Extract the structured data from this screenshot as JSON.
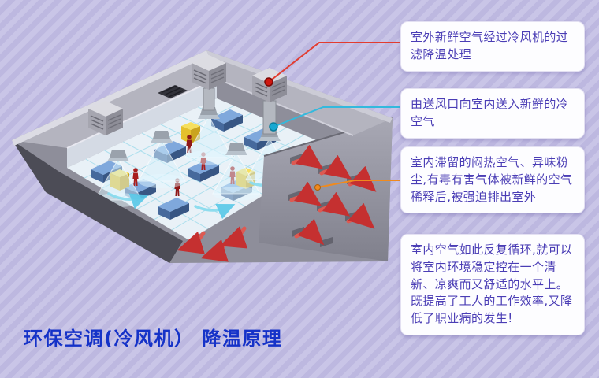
{
  "title": {
    "text": "环保空调(冷风机） 降温原理",
    "color": "#1532c8"
  },
  "background": {
    "base": "#c9c5e7",
    "stripe": "#bdb8e0"
  },
  "callout_style": {
    "text_color": "#4a3db5",
    "bg": "#fdfdff"
  },
  "callouts": [
    {
      "text": "室外新鲜空气经过冷风机的过滤降温处理",
      "connector_color": "#e23c30",
      "dot_color": "#cf1710"
    },
    {
      "text": "由送风口向室内送入新鲜的冷空气",
      "connector_color": "#33b9dd",
      "dot_color": "#18a8d2"
    },
    {
      "text": "室内滞留的闷热空气、异味粉尘,有毒有害气体被新鲜的空气稀释后,被强迫排出室外",
      "connector_color": "#f08a1e",
      "dot_color": "#f08a1e"
    },
    {
      "text": "室内空气如此反复循环,就可以将室内环境稳定控在一个清新、凉爽而又舒适的水平上。既提高了工人的工作效率,又降低了职业病的发生!"
    }
  ],
  "illustration": {
    "airflow_out_color": "#dd5a52",
    "airflow_in_color": "#86dbee",
    "building_roof_color": "#b4b4bf",
    "floor_color": "#e9f1f7",
    "worker_color": "#a81e1e",
    "machine_color": "#7fa8dc",
    "cabinet_color": "#f6df5e"
  }
}
